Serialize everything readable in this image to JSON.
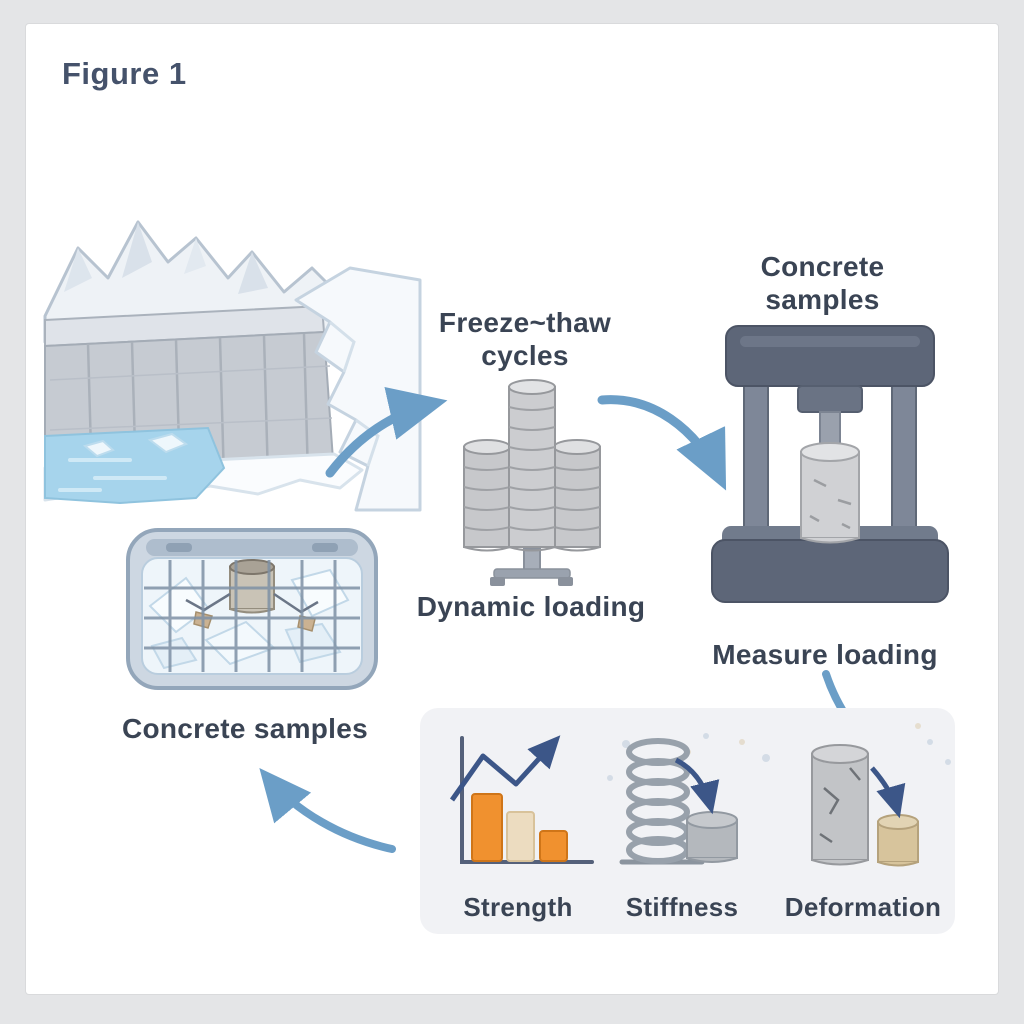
{
  "figure": {
    "title": "Figure 1"
  },
  "labels": {
    "freeze_thaw": {
      "line1": "Freeze~thaw",
      "line2": "cycles"
    },
    "concrete_samples_top": {
      "line1": "Concrete",
      "line2": "samples"
    },
    "dynamic_loading": "Dynamic loading",
    "measure_loading": "Measure loading",
    "concrete_samples_left": "Concrete samples",
    "strength": "Strength",
    "stiffness": "Stiffness",
    "deformation": "Deformation"
  },
  "colors": {
    "text": "#3a4454",
    "title": "#45526b",
    "arrow": "#6b9ec7",
    "machine_body": "#5d6678",
    "accent_orange": "#f0912f",
    "panel_background": "#f1f2f5",
    "water": "#a6d4ec"
  },
  "icons": {
    "dam_scene": "dam-snowy-mountains-scene",
    "sample_stacks": "stacked-concrete-cylinders",
    "testing_machine": "compression-testing-machine",
    "ice_container": "frozen-sample-container",
    "strength_chart": "strength-bar-chart",
    "stiffness_spring": "stiffness-spring",
    "deformation_cylinders": "deformation-cylinders"
  }
}
